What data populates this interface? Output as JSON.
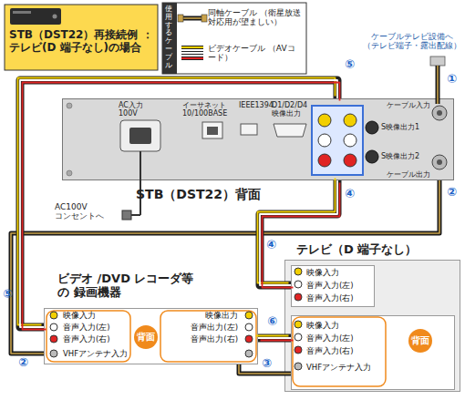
{
  "diagram": {
    "title": "STB（DST22）再接続例 ：テレビ(D 端子なし)の場合",
    "nodes": [
      {
        "text": [
          "STB（DST22）背面"
        ]
      },
      {
        "text": [
          "テレビ（D 端子なし）"
        ]
      },
      {
        "text": [
          "映像入力",
          "音声入力(左)",
          "音声入力(右)"
        ],
        "in": 1
      },
      {
        "text": [
          "ビデオ /DVD レコーダ等の 録画機器",
          "映像入力",
          "音声入力(左)",
          "音声入力(右)",
          "VHFアンテナ入力",
          "背面",
          "映像出力",
          "音声出力(左)",
          "音声出力(右)"
        ]
      },
      {
        "text": [
          "映像入力",
          "音声入力(左)",
          "音声入力(右)",
          "VHFアンテナ入力",
          "背面"
        ],
        "in": 1
      }
    ],
    "edges": [
      {
        "from": 0,
        "to": 3,
        "arrow": "none"
      },
      {
        "from": 0,
        "to": 2,
        "arrow": "none"
      },
      {
        "from": 0,
        "to": 3,
        "arrow": "none"
      },
      {
        "from": 3,
        "to": 4,
        "arrow": "none"
      },
      {
        "from": 3,
        "to": 4,
        "arrow": "none"
      }
    ],
    "labels": [
      "①",
      "②",
      "②",
      "③",
      "④",
      "④",
      "⑤",
      "⑤",
      "⑥",
      "ケーブルテレビ設備へ （テレビ端子・露出配線）",
      "AC入力 100V",
      "イーサネット 10/100BASE",
      "IEEE1394",
      "D1/D2/D4 映像出力",
      "S映像出力1",
      "S映像出力2",
      "ケーブル入力",
      "ケーブル出力",
      "AC100V コンセントへ",
      "使用するケーブル"
    ],
    "legend": [
      {
        "text": "同軸ケーブル （衛星放送対応用が望ましい）"
      },
      {
        "text": "ビデオケーブル （AVコード）"
      }
    ]
  }
}
